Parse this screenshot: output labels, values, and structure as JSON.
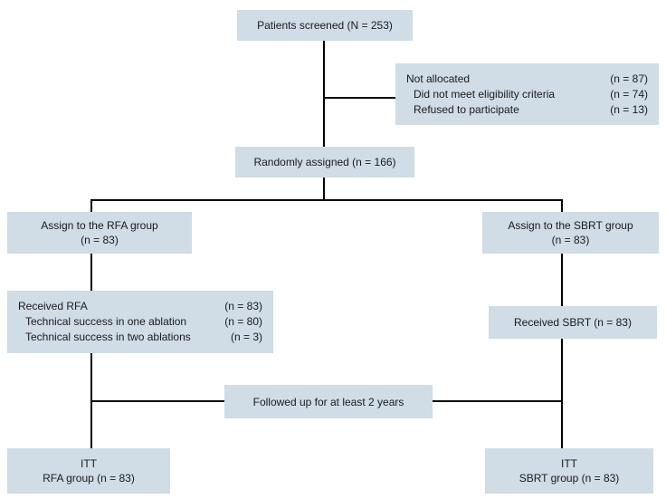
{
  "diagram": {
    "type": "consort-flowchart",
    "colors": {
      "box_fill": "#d0dce6",
      "connector": "#000000",
      "text": "#1a1a1a",
      "background": "#ffffff"
    },
    "boxes": {
      "patients_screened": {
        "text": "Patients screened (N = 253)"
      },
      "not_allocated": {
        "rows": [
          {
            "label": "Not allocated",
            "count": "(n = 87)"
          },
          {
            "label": "Did not meet eligibility criteria",
            "count": "(n = 74)"
          },
          {
            "label": "Refused to participate",
            "count": "(n = 13)"
          }
        ]
      },
      "randomly_assigned": {
        "text": "Randomly assigned (n = 166)"
      },
      "assign_rfa": {
        "line1": "Assign to the RFA group",
        "line2": "(n = 83)"
      },
      "assign_sbrt": {
        "line1": "Assign to the SBRT group",
        "line2": "(n = 83)"
      },
      "received_rfa": {
        "rows": [
          {
            "label": "Received RFA",
            "count": "(n = 83)"
          },
          {
            "label": "Technical success in one ablation",
            "count": "(n = 80)"
          },
          {
            "label": "Technical success in two ablations",
            "count": "(n = 3)"
          }
        ]
      },
      "received_sbrt": {
        "text": "Received SBRT (n = 83)"
      },
      "followed_up": {
        "text": "Followed up for at least 2 years"
      },
      "itt_rfa": {
        "line1": "ITT",
        "line2": "RFA group (n = 83)"
      },
      "itt_sbrt": {
        "line1": "ITT",
        "line2": "SBRT group (n = 83)"
      }
    }
  }
}
